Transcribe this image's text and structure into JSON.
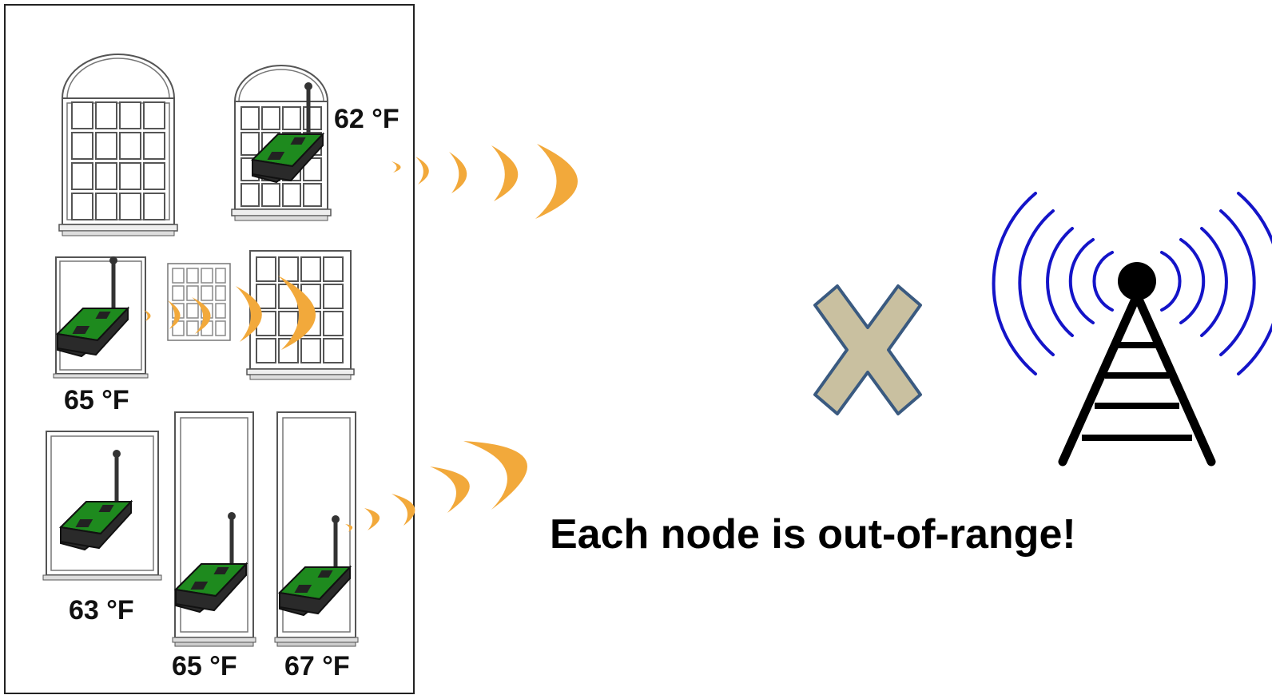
{
  "sensors": [
    {
      "id": "top-right",
      "temperature": "62 °F"
    },
    {
      "id": "mid-left",
      "temperature": "65 °F"
    },
    {
      "id": "bottom-left",
      "temperature": "63 °F"
    },
    {
      "id": "bottom-middle",
      "temperature": "65 °F"
    },
    {
      "id": "bottom-right",
      "temperature": "67 °F"
    }
  ],
  "caption": "Each node is out-of-range!",
  "colors": {
    "signal_waves": "#f2a93b",
    "tower_waves": "#1414c8",
    "sensor_body": "#1e8a1e",
    "cross_fill": "#c9c0a0",
    "cross_stroke": "#3a5a80"
  },
  "icons": [
    "wireless-sensor-node-icon",
    "signal-wave-icon",
    "cross-icon",
    "radio-tower-icon",
    "window-icon"
  ]
}
